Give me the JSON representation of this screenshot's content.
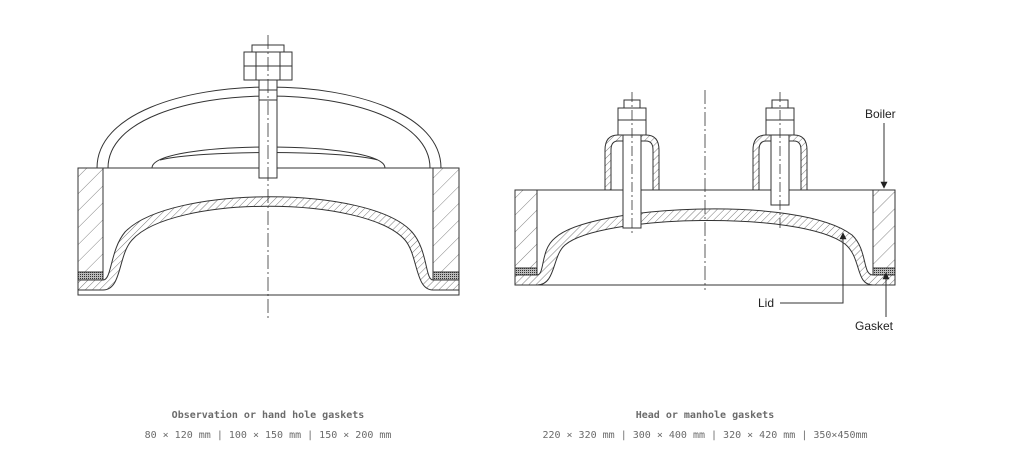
{
  "figures": [
    {
      "title": "Observation or hand hole gaskets",
      "sizes": "80 × 120 mm | 100 × 150 mm | 150 × 200 mm"
    },
    {
      "title": "Head or manhole gaskets",
      "sizes": "220 × 320 mm | 300 × 400 mm | 320 × 420 mm | 350×450mm",
      "labels": {
        "boiler": "Boiler",
        "lid": "Lid",
        "gasket": "Gasket"
      }
    }
  ],
  "colors": {
    "line": "#333333",
    "caption": "#6b6b6b"
  }
}
